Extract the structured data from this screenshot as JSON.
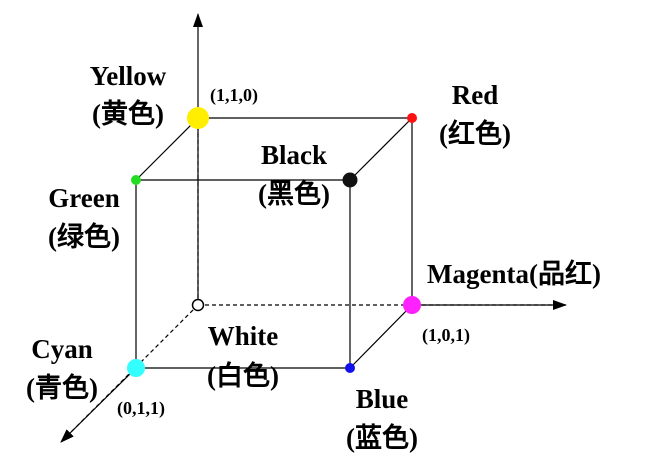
{
  "diagram": {
    "vertices": [
      {
        "id": "white",
        "color": "#ffffff",
        "name": "White",
        "cn": "(白色)",
        "coord": ""
      },
      {
        "id": "cyan",
        "color": "#33ffff",
        "name": "Cyan",
        "cn": "(青色)",
        "coord": "(0,1,1)"
      },
      {
        "id": "blue",
        "color": "#1111ee",
        "name": "Blue",
        "cn": "(蓝色)",
        "coord": ""
      },
      {
        "id": "magenta",
        "color": "#ff22ff",
        "name": "Magenta",
        "cn": "(品红)",
        "coord": "(1,0,1)"
      },
      {
        "id": "yellow",
        "color": "#ffee00",
        "name": "Yellow",
        "cn": "(黄色)",
        "coord": "(1,1,0)"
      },
      {
        "id": "green",
        "color": "#22dd22",
        "name": "Green",
        "cn": "(绿色)",
        "coord": ""
      },
      {
        "id": "black",
        "color": "#111111",
        "name": "Black",
        "cn": "(黑色)",
        "coord": ""
      },
      {
        "id": "red",
        "color": "#ff1111",
        "name": "Red",
        "cn": "(红色)",
        "coord": ""
      }
    ]
  }
}
